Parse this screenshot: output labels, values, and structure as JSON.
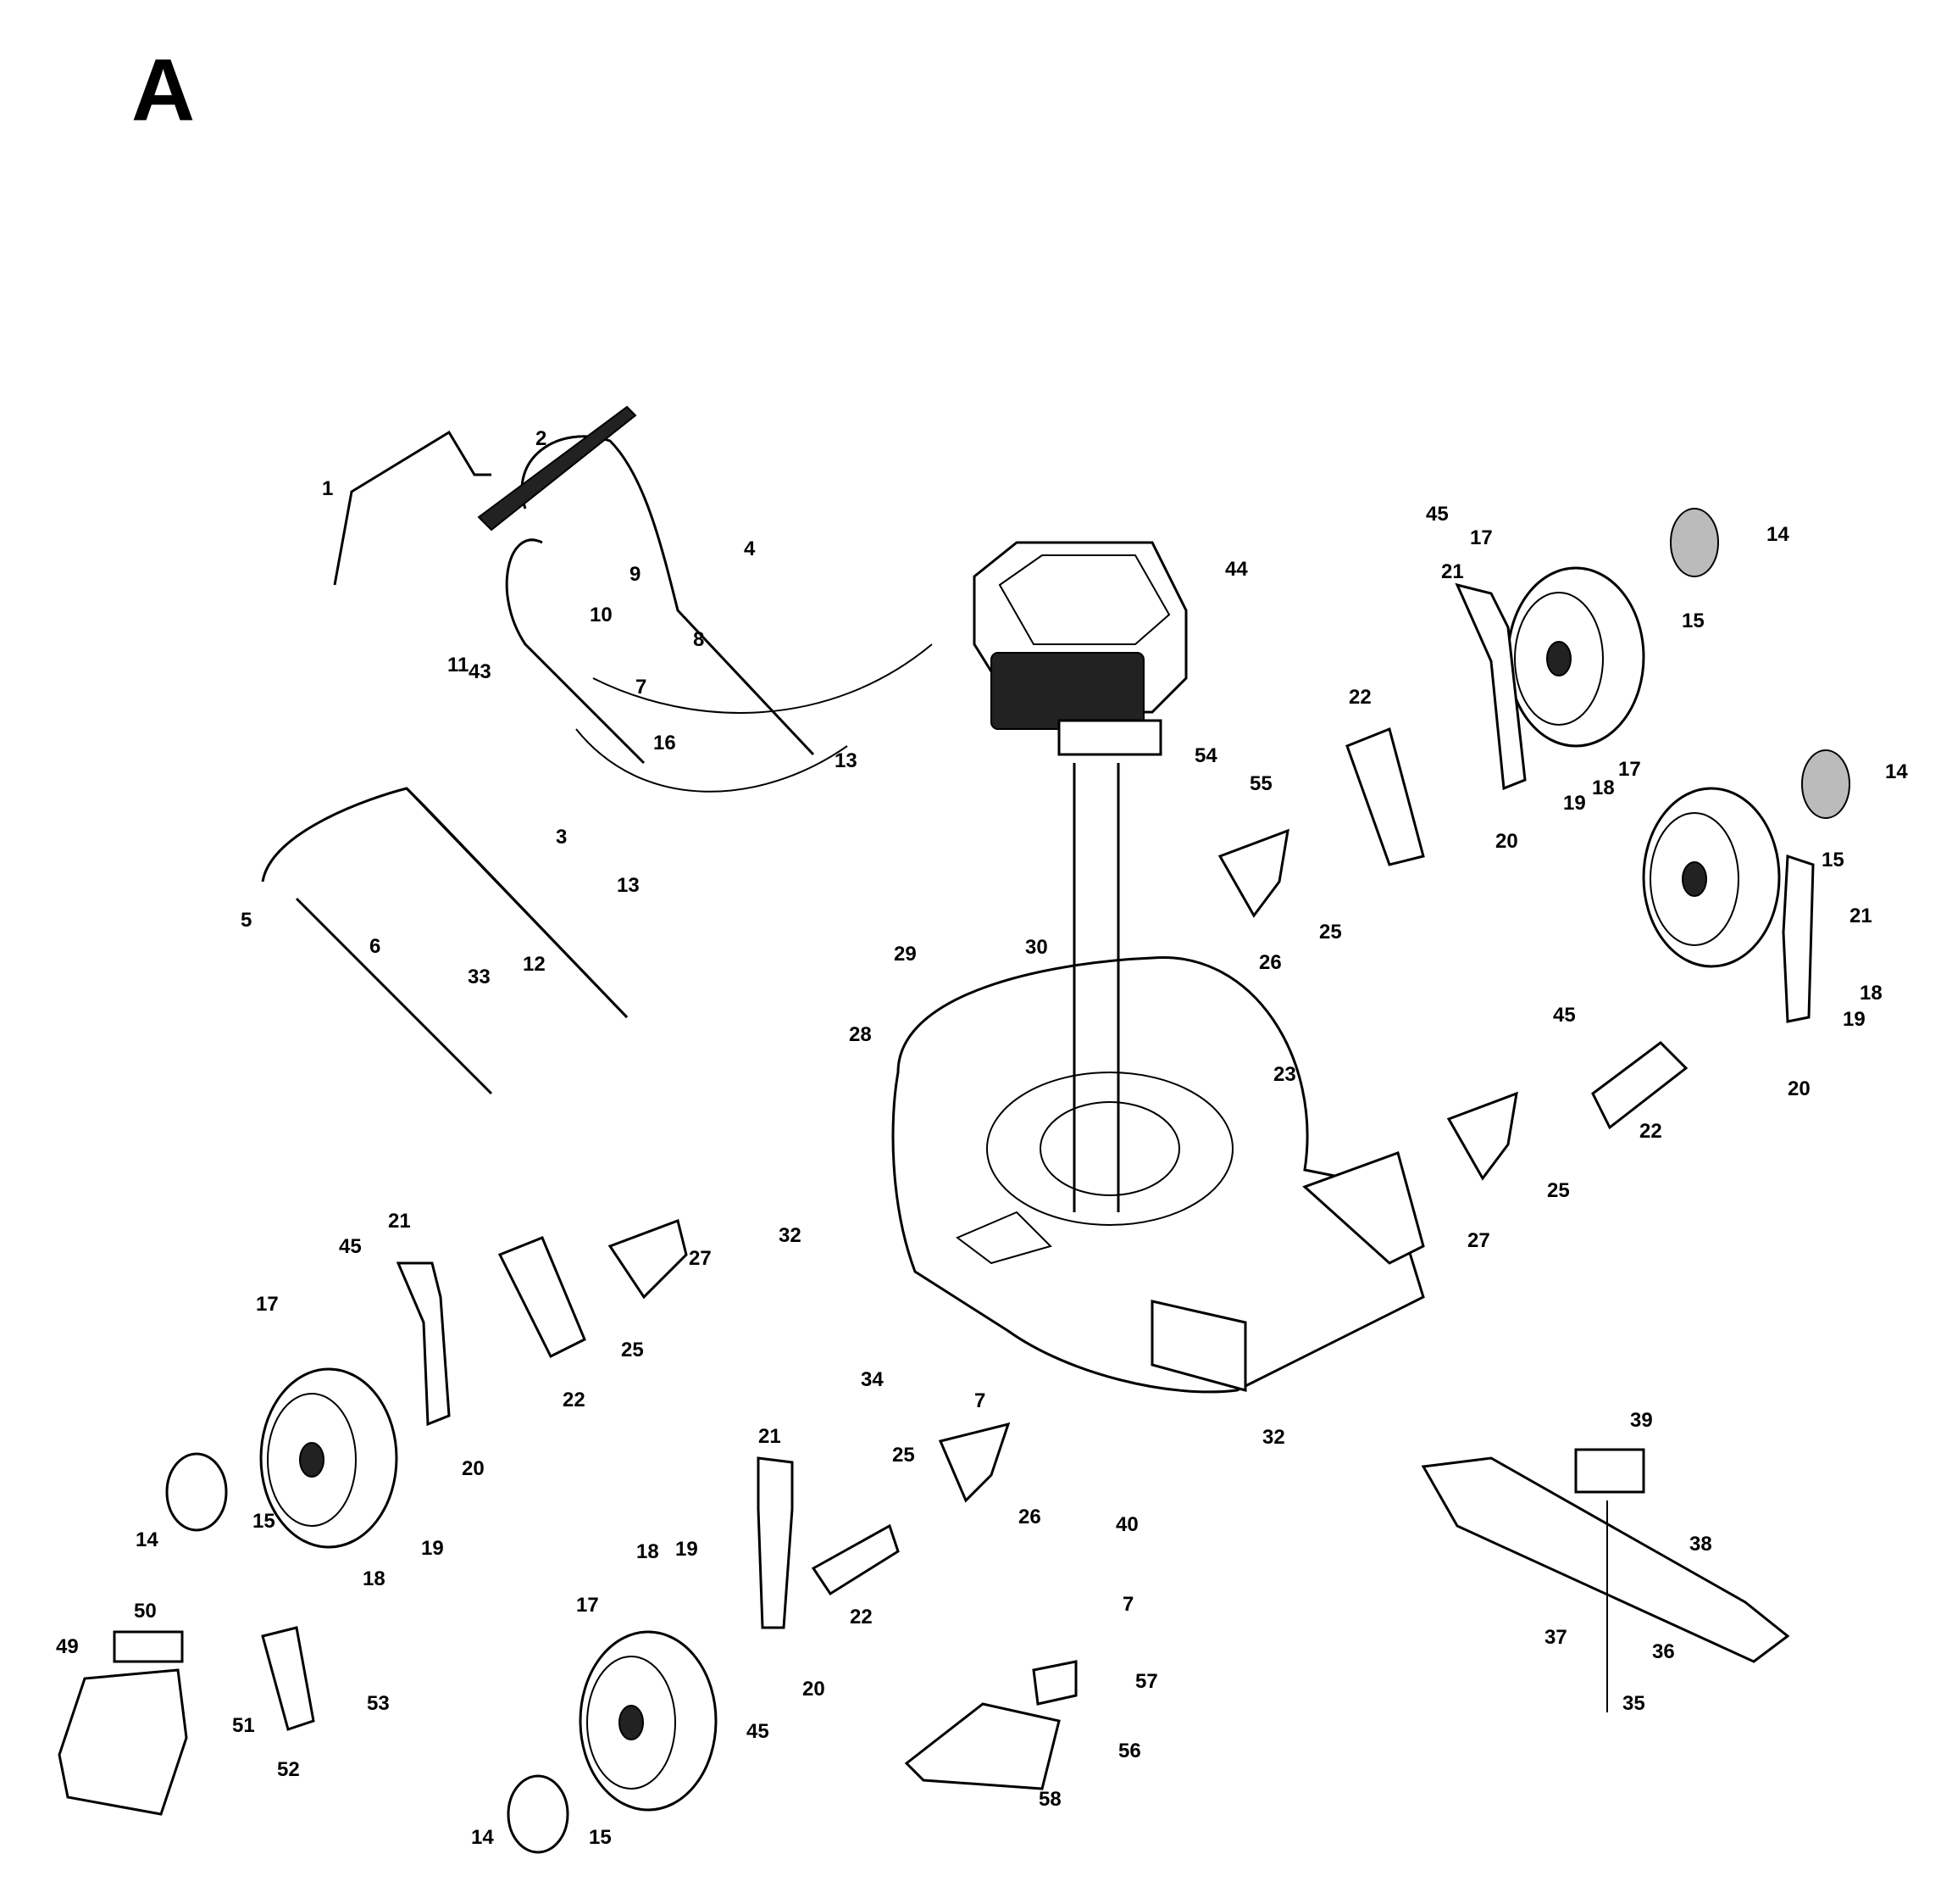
{
  "section_letter": "A",
  "callouts": [
    {
      "id": "c1",
      "label": "1"
    },
    {
      "id": "c2",
      "label": "2"
    },
    {
      "id": "c3",
      "label": "3"
    },
    {
      "id": "c4",
      "label": "4"
    },
    {
      "id": "c5",
      "label": "5"
    },
    {
      "id": "c6",
      "label": "6"
    },
    {
      "id": "c7a",
      "label": "7"
    },
    {
      "id": "c7b",
      "label": "7"
    },
    {
      "id": "c7c",
      "label": "7"
    },
    {
      "id": "c8",
      "label": "8"
    },
    {
      "id": "c9",
      "label": "9"
    },
    {
      "id": "c10",
      "label": "10"
    },
    {
      "id": "c11",
      "label": "11"
    },
    {
      "id": "c12",
      "label": "12"
    },
    {
      "id": "c13a",
      "label": "13"
    },
    {
      "id": "c13b",
      "label": "13"
    },
    {
      "id": "c14a",
      "label": "14"
    },
    {
      "id": "c14b",
      "label": "14"
    },
    {
      "id": "c14c",
      "label": "14"
    },
    {
      "id": "c14d",
      "label": "14"
    },
    {
      "id": "c15a",
      "label": "15"
    },
    {
      "id": "c15b",
      "label": "15"
    },
    {
      "id": "c15c",
      "label": "15"
    },
    {
      "id": "c15d",
      "label": "15"
    },
    {
      "id": "c16",
      "label": "16"
    },
    {
      "id": "c17a",
      "label": "17"
    },
    {
      "id": "c17b",
      "label": "17"
    },
    {
      "id": "c17c",
      "label": "17"
    },
    {
      "id": "c17d",
      "label": "17"
    },
    {
      "id": "c18a",
      "label": "18"
    },
    {
      "id": "c18b",
      "label": "18"
    },
    {
      "id": "c18c",
      "label": "18"
    },
    {
      "id": "c18d",
      "label": "18"
    },
    {
      "id": "c19a",
      "label": "19"
    },
    {
      "id": "c19b",
      "label": "19"
    },
    {
      "id": "c19c",
      "label": "19"
    },
    {
      "id": "c19d",
      "label": "19"
    },
    {
      "id": "c20a",
      "label": "20"
    },
    {
      "id": "c20b",
      "label": "20"
    },
    {
      "id": "c20c",
      "label": "20"
    },
    {
      "id": "c20d",
      "label": "20"
    },
    {
      "id": "c21a",
      "label": "21"
    },
    {
      "id": "c21b",
      "label": "21"
    },
    {
      "id": "c21c",
      "label": "21"
    },
    {
      "id": "c21d",
      "label": "21"
    },
    {
      "id": "c22a",
      "label": "22"
    },
    {
      "id": "c22b",
      "label": "22"
    },
    {
      "id": "c22c",
      "label": "22"
    },
    {
      "id": "c22d",
      "label": "22"
    },
    {
      "id": "c23",
      "label": "23"
    },
    {
      "id": "c25a",
      "label": "25"
    },
    {
      "id": "c25b",
      "label": "25"
    },
    {
      "id": "c25c",
      "label": "25"
    },
    {
      "id": "c25d",
      "label": "25"
    },
    {
      "id": "c26a",
      "label": "26"
    },
    {
      "id": "c26b",
      "label": "26"
    },
    {
      "id": "c27a",
      "label": "27"
    },
    {
      "id": "c27b",
      "label": "27"
    },
    {
      "id": "c28",
      "label": "28"
    },
    {
      "id": "c29",
      "label": "29"
    },
    {
      "id": "c30",
      "label": "30"
    },
    {
      "id": "c32a",
      "label": "32"
    },
    {
      "id": "c32b",
      "label": "32"
    },
    {
      "id": "c33",
      "label": "33"
    },
    {
      "id": "c34",
      "label": "34"
    },
    {
      "id": "c35",
      "label": "35"
    },
    {
      "id": "c36",
      "label": "36"
    },
    {
      "id": "c37",
      "label": "37"
    },
    {
      "id": "c38",
      "label": "38"
    },
    {
      "id": "c39",
      "label": "39"
    },
    {
      "id": "c40",
      "label": "40"
    },
    {
      "id": "c43",
      "label": "43"
    },
    {
      "id": "c44",
      "label": "44"
    },
    {
      "id": "c45a",
      "label": "45"
    },
    {
      "id": "c45b",
      "label": "45"
    },
    {
      "id": "c45c",
      "label": "45"
    },
    {
      "id": "c45d",
      "label": "45"
    },
    {
      "id": "c49",
      "label": "49"
    },
    {
      "id": "c50",
      "label": "50"
    },
    {
      "id": "c51",
      "label": "51"
    },
    {
      "id": "c52",
      "label": "52"
    },
    {
      "id": "c53",
      "label": "53"
    },
    {
      "id": "c54",
      "label": "54"
    },
    {
      "id": "c55",
      "label": "55"
    },
    {
      "id": "c56",
      "label": "56"
    },
    {
      "id": "c57",
      "label": "57"
    },
    {
      "id": "c58",
      "label": "58"
    }
  ]
}
